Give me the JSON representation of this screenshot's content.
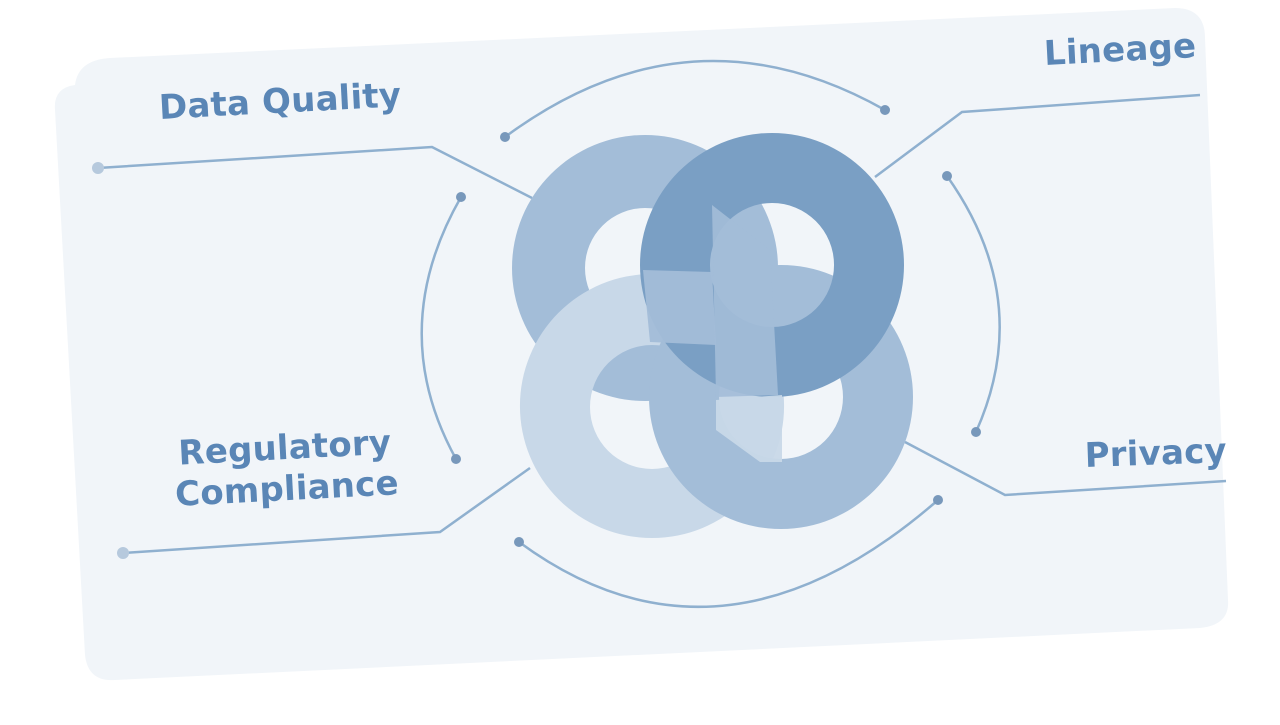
{
  "diagram": {
    "labels": {
      "data_quality": "Data Quality",
      "lineage": "Lineage",
      "privacy": "Privacy",
      "regulatory_line1": "Regulatory",
      "regulatory_line2": "Compliance"
    },
    "colors": {
      "background_card": "#f1f5f9",
      "text": "#5a86b6",
      "connector": "#8fb0cf",
      "ring_dark": "#7a9fc4",
      "ring_medium": "#a3bdd8",
      "ring_light": "#c8d8e8"
    }
  }
}
